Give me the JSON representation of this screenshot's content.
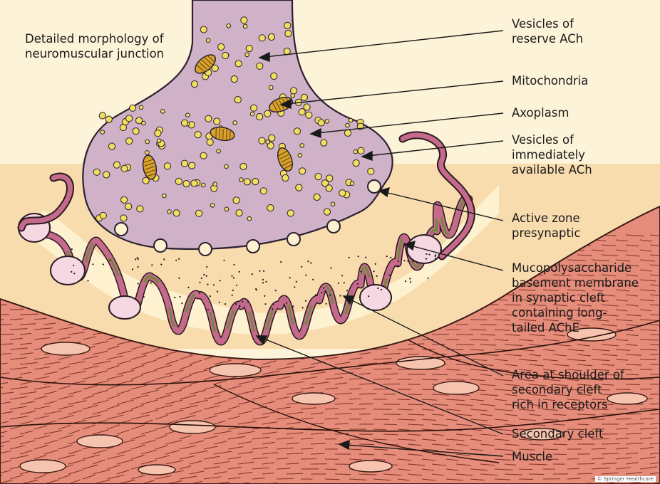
{
  "title": {
    "line1": "Detailed morphology of",
    "line2": "neuromuscular junction"
  },
  "labels": {
    "reserve_vesicles": [
      "Vesicles of",
      "reserve ACh"
    ],
    "mitochondria": [
      "Mitochondria"
    ],
    "axoplasm": [
      "Axoplasm"
    ],
    "available_vesicles": [
      "Vesicles of",
      "immediately",
      "available ACh"
    ],
    "active_zone": [
      "Active zone",
      "presynaptic"
    ],
    "basement_membrane": [
      "Mucopolysaccharide",
      "basement membrane",
      "in synaptic cleft",
      "containing long-",
      "tailed AChE"
    ],
    "shoulder": [
      "Area at shoulder of",
      "secondary cleft",
      "rich in receptors"
    ],
    "secondary_cleft": [
      "Secondary cleft"
    ],
    "muscle": [
      "Muscle"
    ]
  },
  "copyright": "© Springer Healthcare",
  "colors": {
    "axon": "#cfb2c7",
    "axon_outline": "#2a2030",
    "vesicle": "#f2de5e",
    "mitochondrion": "#d9a329",
    "cleft": "#fdf1cf",
    "membrane": "#c66a8b",
    "membrane_green": "#6f8a3a",
    "fold_interior": "#f6d8e3",
    "muscle": "#e58c7a",
    "muscle_stripe": "#6a2218",
    "nucleus": "#f6c3ae",
    "background": "#fdf3d8"
  }
}
